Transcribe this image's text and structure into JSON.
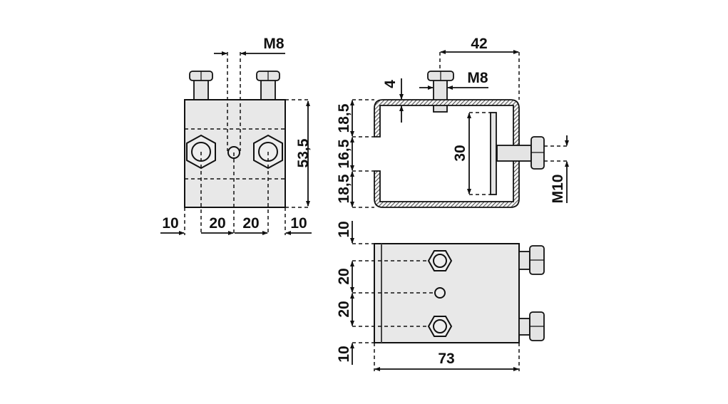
{
  "front_view": {
    "thread_label": "M8",
    "height_label": "53,5",
    "bottom_dims": [
      "10",
      "20",
      "20",
      "10"
    ]
  },
  "side_view": {
    "width_label": "42",
    "bolt_label": "M8",
    "wall_label": "4",
    "left_dims": [
      "18,5",
      "16,5",
      "18,5"
    ],
    "plate_label": "30",
    "side_bolt_label": "M10"
  },
  "bottom_view": {
    "left_dims": [
      "10",
      "20",
      "20",
      "10"
    ],
    "length_label": "73"
  }
}
